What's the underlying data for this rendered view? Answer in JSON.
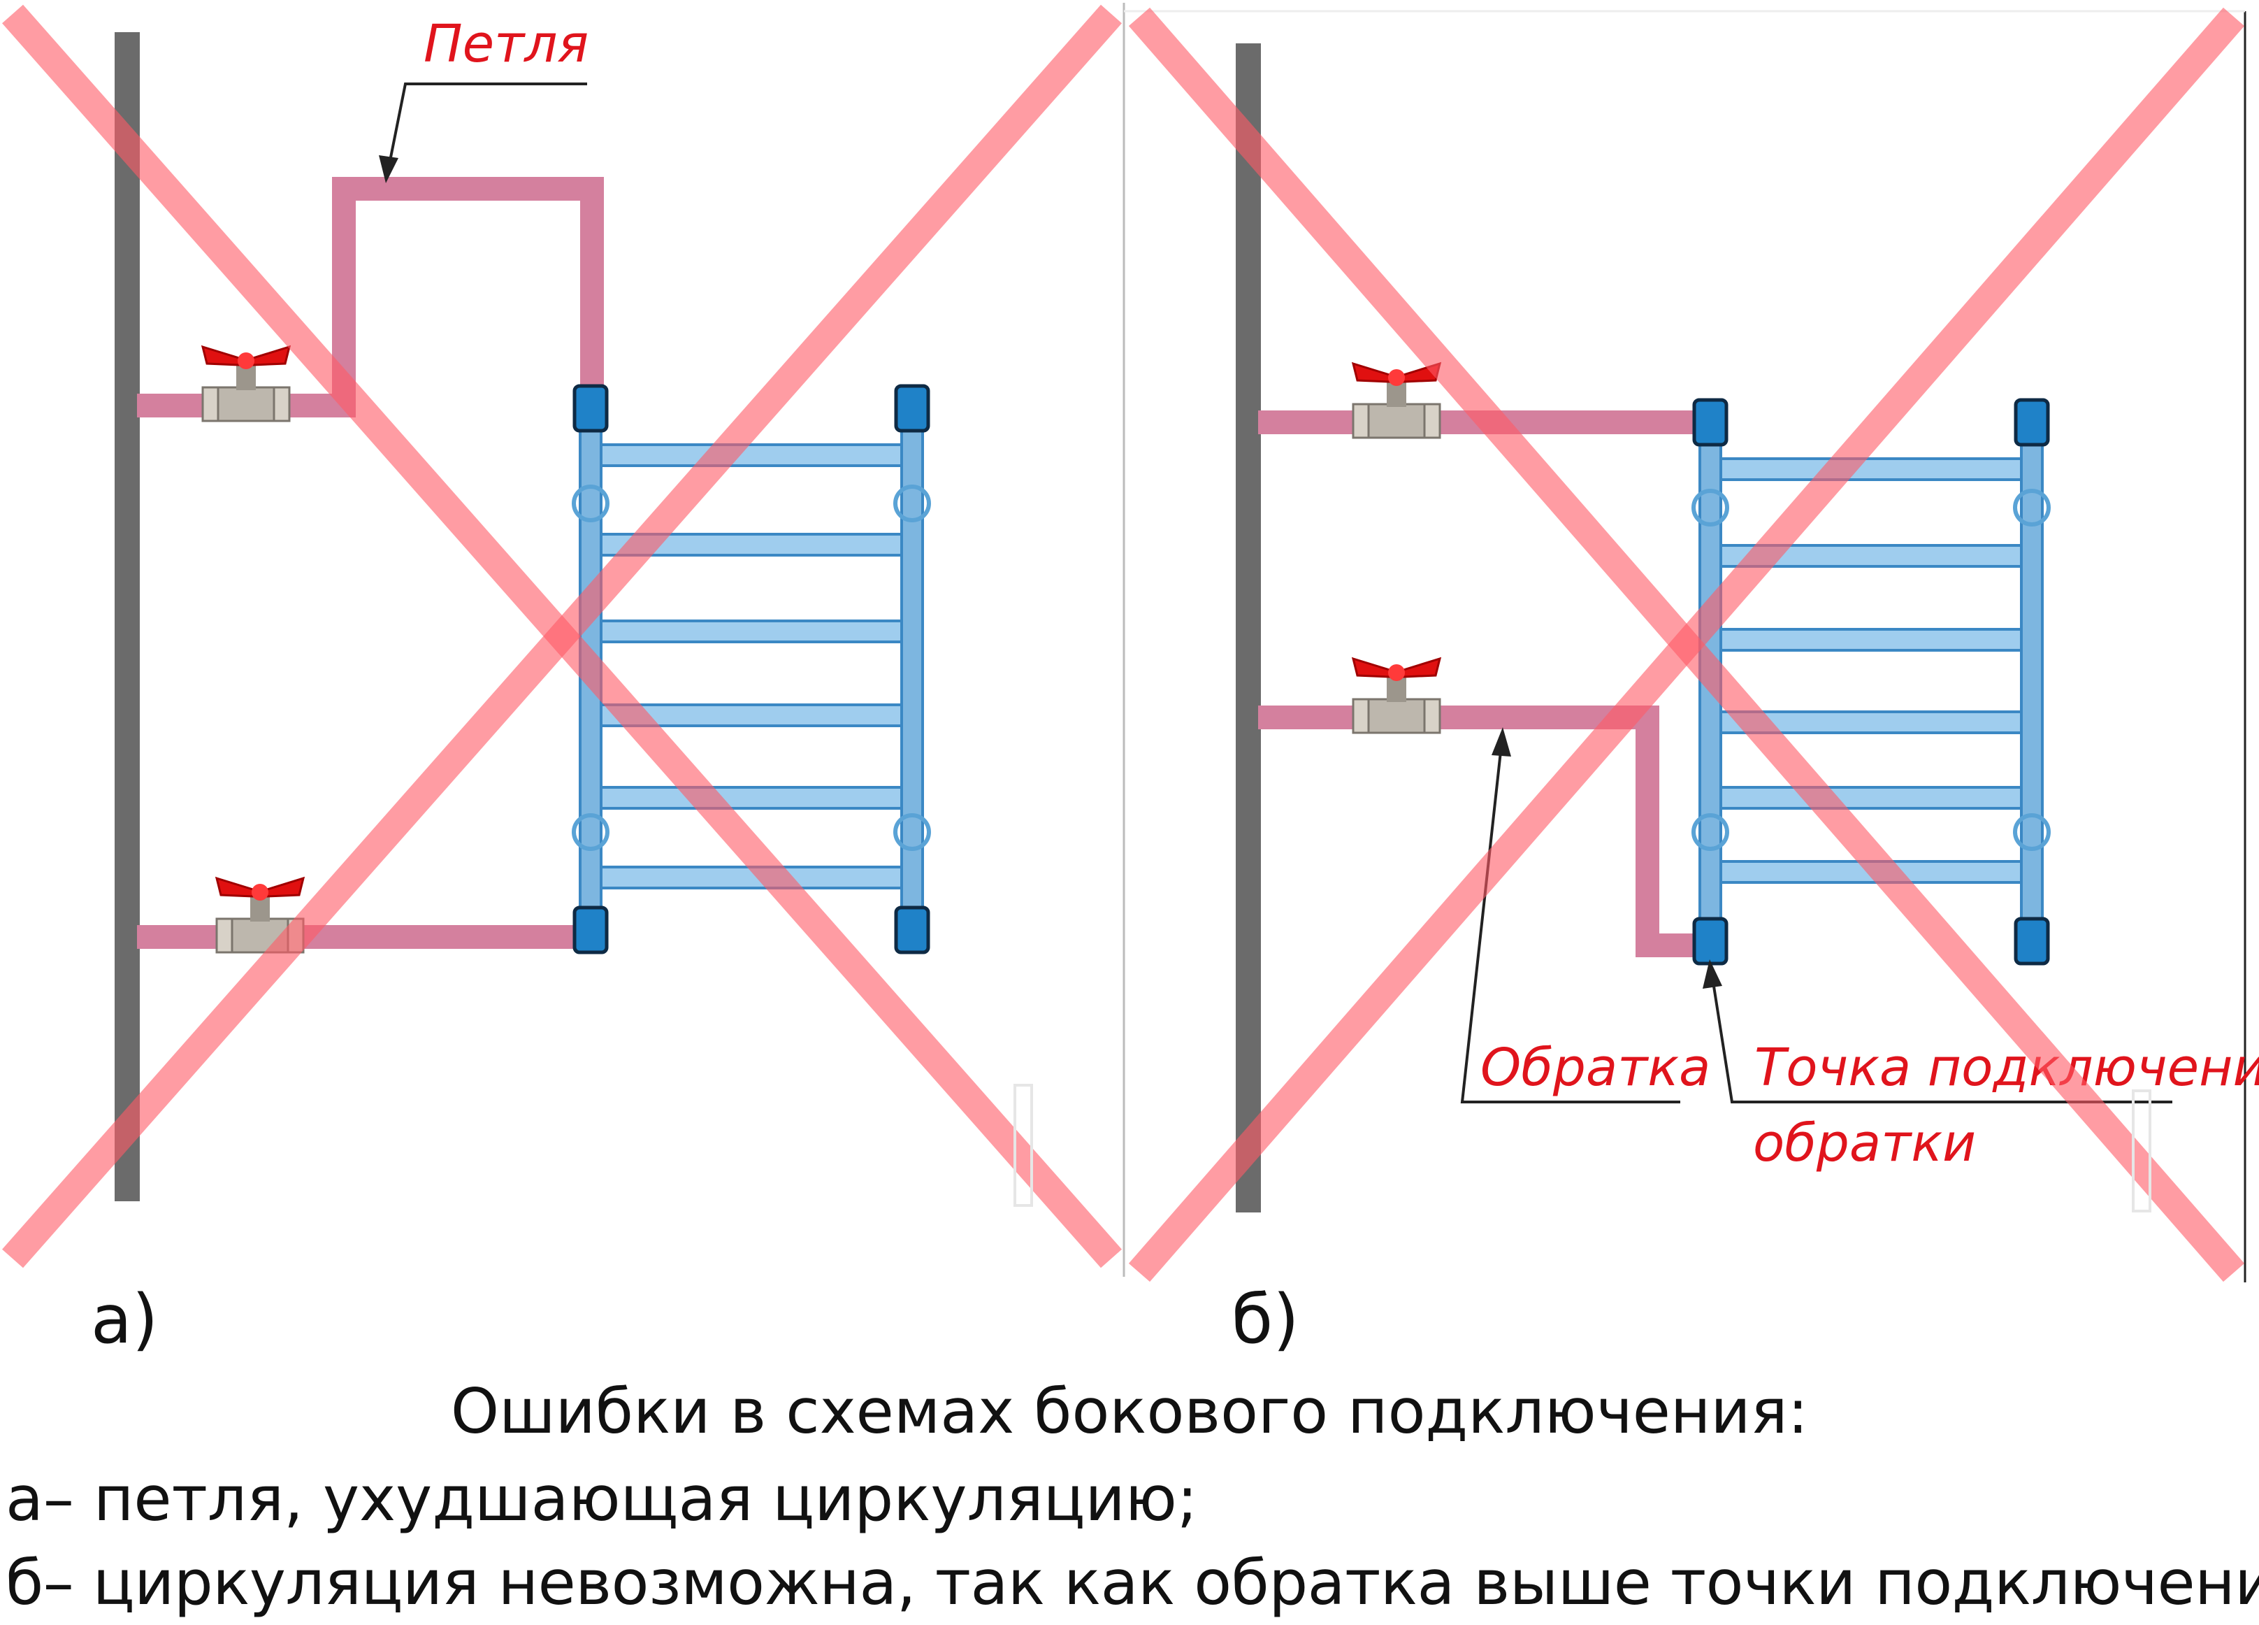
{
  "panels": [
    {
      "id": "a",
      "letter": "а)",
      "labels": {
        "loop": "Петля"
      }
    },
    {
      "id": "b",
      "letter": "б)",
      "labels": {
        "return": "Обратка",
        "connection_point_line1": "Точка подключения",
        "connection_point_line2": "обратки"
      }
    }
  ],
  "caption": {
    "title": "Ошибки в схемах бокового подключения:",
    "line_a": "а– петля, ухудшающая циркуляцию;",
    "line_b": "б– циркуляция невозможна, так как обратка выше точки подключения"
  },
  "colors": {
    "pipe": "#d4809e",
    "radiator": "#5aa3d6",
    "radiator_cap": "#1f82c8",
    "wall": "#6b6b6b",
    "cross": "#ff5a66",
    "label_red": "#e0141c",
    "valve_handle": "#e01010",
    "valve_body": "#b8b2a8"
  },
  "icons": {
    "valve": "ball-valve-icon",
    "cross": "x-cross-icon",
    "arrow": "leader-arrow-icon"
  }
}
